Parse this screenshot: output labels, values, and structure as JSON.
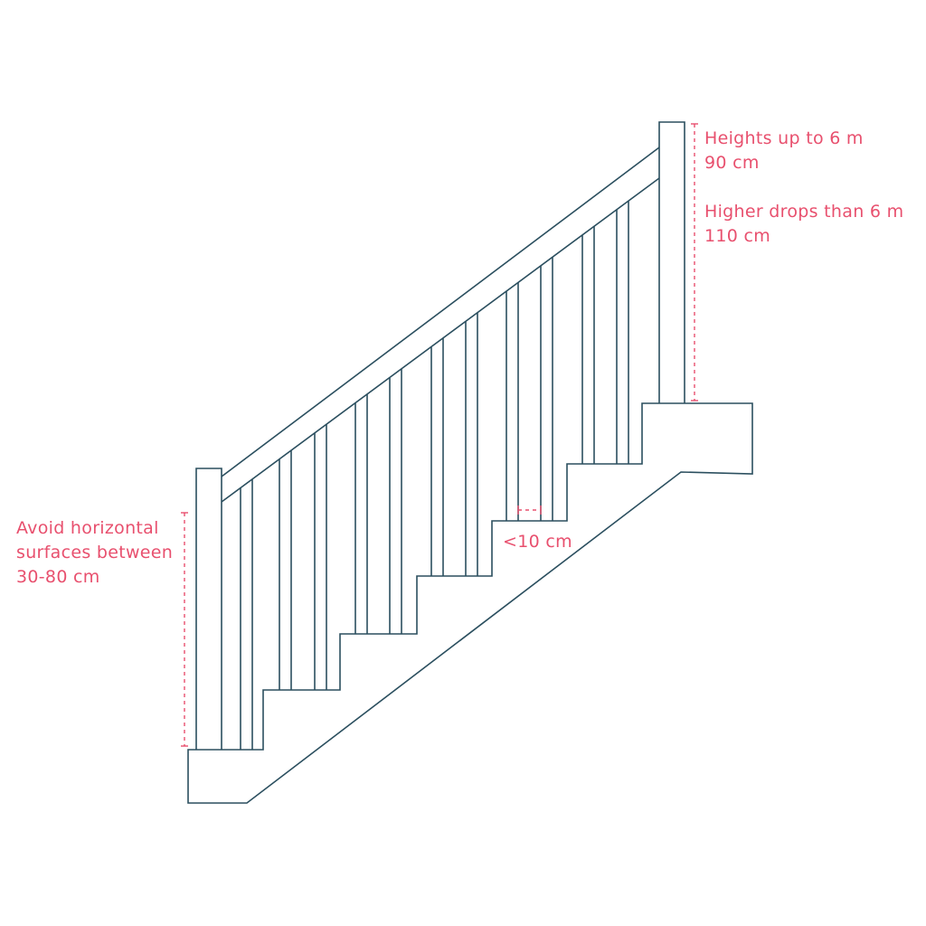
{
  "colors": {
    "line": "#2b4f5f",
    "annotation": "#e8506e",
    "background": "#ffffff"
  },
  "annotations": {
    "height_low": {
      "line1": "Heights up to 6 m",
      "line2": "90 cm"
    },
    "height_high": {
      "line1": "Higher drops than 6  m",
      "line2": "110 cm"
    },
    "horizontal_surfaces": {
      "line1": "Avoid horizontal",
      "line2": "surfaces between",
      "line3": "30-80 cm"
    },
    "gap": {
      "text": "<10 cm"
    }
  }
}
